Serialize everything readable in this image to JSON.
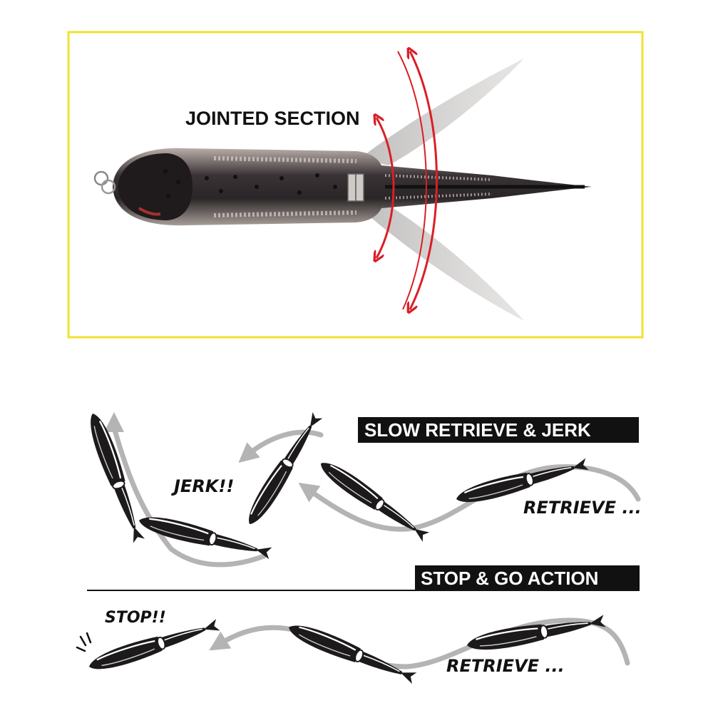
{
  "figure": {
    "jointed_section_label": "JOINTED SECTION",
    "slow_retrieve_banner": "SLOW RETRIEVE & JERK",
    "jerk_label": "JERK!!",
    "retrieve_label_top": "RETRIEVE ...",
    "stop_go_banner": "STOP & GO ACTION",
    "stop_label": "STOP!!",
    "retrieve_label_bottom": "RETRIEVE ..."
  },
  "colors": {
    "frame_border": "#f2e130",
    "arrow_red": "#d91f26",
    "lure_dark": "#1d1a1c",
    "banner_bg": "#111111",
    "motion_gray": "#b4b4b4"
  }
}
